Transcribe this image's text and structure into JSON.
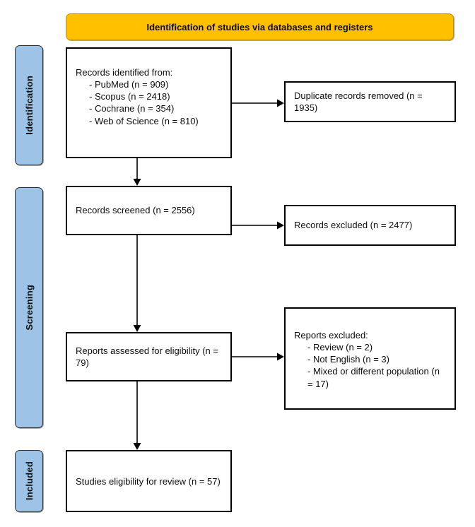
{
  "diagram": {
    "title": "Identification of studies via databases and registers",
    "type": "prisma-flow-diagram",
    "colors": {
      "banner_fill": "#FFC000",
      "banner_border": "#BF9000",
      "stage_fill": "#9DC3E6",
      "stage_border": "#2F2F2F",
      "box_border": "#000000",
      "box_fill": "#FFFFFF",
      "text": "#0D0D0D"
    }
  },
  "stages": [
    {
      "label": "Identification"
    },
    {
      "label": "Screening"
    },
    {
      "label": "Included"
    }
  ],
  "boxes": {
    "records_identified": {
      "heading": "Records identified from:",
      "items": [
        "- PubMed (n = 909)",
        "- Scopus (n = 2418)",
        "- Cochrane (n = 354)",
        "- Web of Science (n = 810)"
      ]
    },
    "duplicates_removed": {
      "text": "Duplicate records removed (n = 1935)"
    },
    "records_screened": {
      "text": "Records screened (n = 2556)"
    },
    "records_excluded": {
      "text": "Records excluded (n = 2477)"
    },
    "reports_assessed": {
      "text": "Reports assessed for eligibility (n = 79)"
    },
    "reports_excluded": {
      "heading": "Reports excluded:",
      "items": [
        "- Review (n = 2)",
        "- Not English (n = 3)",
        "- Mixed or different population (n = 17)"
      ]
    },
    "studies_included": {
      "text": "Studies eligibility for review (n = 57)"
    }
  },
  "counts": {
    "pubmed": 909,
    "scopus": 2418,
    "cochrane": 354,
    "web_of_science": 810,
    "duplicates_removed": 1935,
    "records_screened": 2556,
    "records_excluded": 2477,
    "reports_assessed": 79,
    "excluded_review": 2,
    "excluded_not_english": 3,
    "excluded_mixed_population": 17,
    "studies_included": 57
  },
  "arrows": [
    {
      "name": "identified-to-duplicates",
      "direction": "right"
    },
    {
      "name": "identified-to-screened",
      "direction": "down"
    },
    {
      "name": "screened-to-excluded",
      "direction": "right"
    },
    {
      "name": "screened-to-assessed",
      "direction": "down"
    },
    {
      "name": "assessed-to-reports-excluded",
      "direction": "right"
    },
    {
      "name": "assessed-to-included",
      "direction": "down"
    }
  ]
}
